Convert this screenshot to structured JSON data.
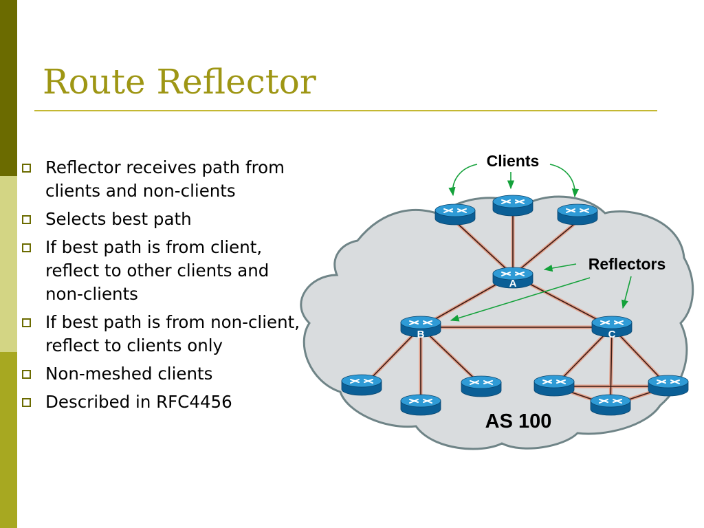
{
  "slide": {
    "title": "Route Reflector",
    "bullets": [
      "Reflector receives path from clients and non-clients",
      "Selects best path",
      "If best path is from client, reflect to other clients and non-clients",
      "If best path is from non-client, reflect to clients only",
      "Non-meshed clients",
      "Described in RFC4456"
    ]
  },
  "diagram": {
    "labels": {
      "clients": "Clients",
      "reflectors": "Reflectors",
      "as": "AS 100"
    },
    "routers": {
      "a": "A",
      "b": "B",
      "c": "C"
    }
  },
  "colors": {
    "sidebar_dark": "#6b6b00",
    "sidebar_light": "#d3d584",
    "sidebar_mid": "#a7a821",
    "title": "#9e9614",
    "rule": "#c4b832",
    "cloud_fill": "#d9dcde",
    "cloud_stroke": "#6f8487",
    "link_line": "#e3a18b",
    "arrow": "#13a13a",
    "router_body": "#0d7ec1"
  }
}
